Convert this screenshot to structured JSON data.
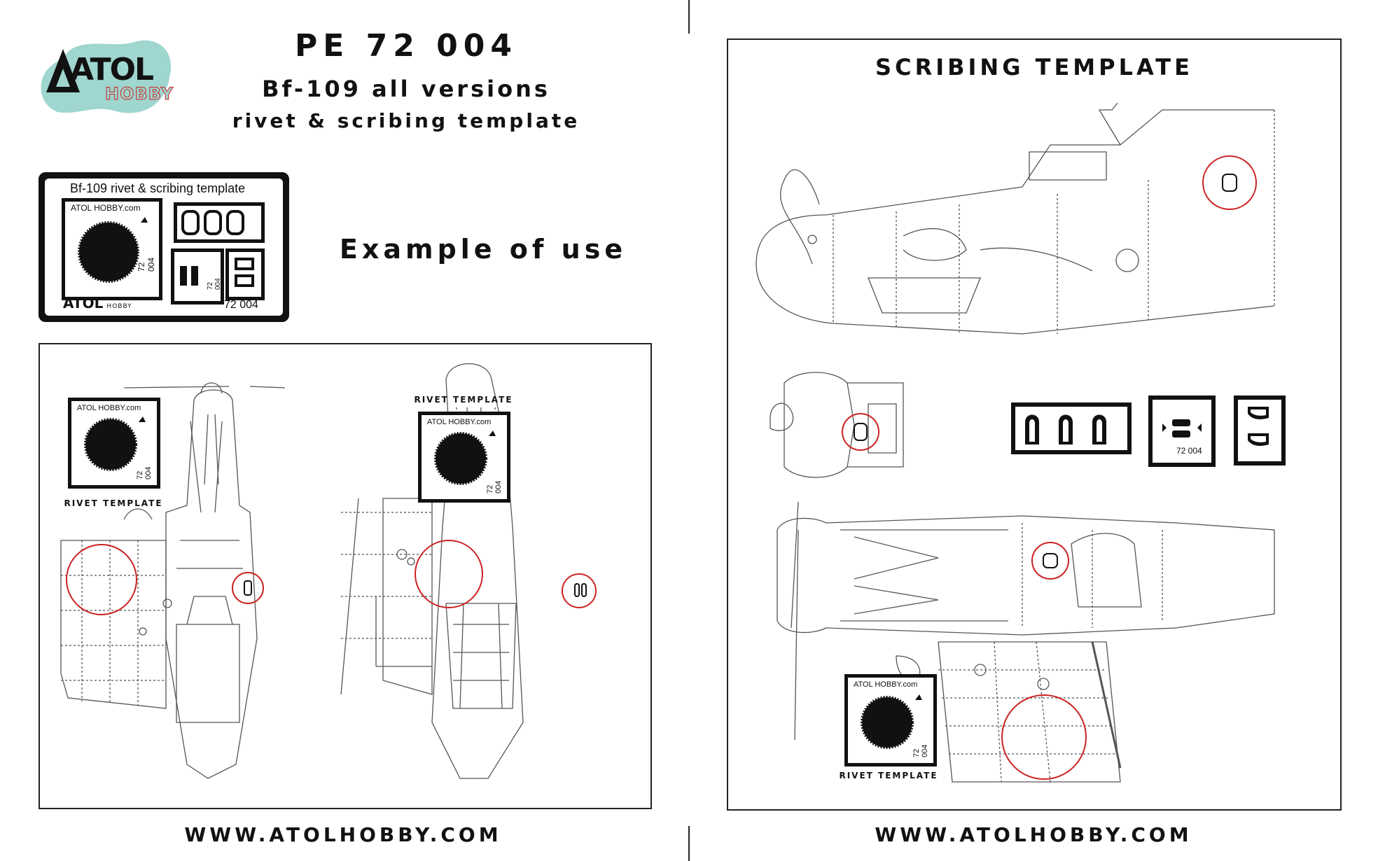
{
  "header": {
    "code": "PE 72 004",
    "subject": "Bf-109 all versions",
    "description": "rivet & scribing template"
  },
  "logo": {
    "brand": "ATOL",
    "sub": "HOBBY"
  },
  "fret": {
    "title": "Bf-109 rivet & scribing template",
    "site": "ATOL HOBBY.com",
    "code_vertical": "72 004",
    "code": "72 004",
    "logo_brand": "ATOL",
    "logo_sub": "HOBBY"
  },
  "example_heading": "Example of use",
  "scribing_heading": "SCRIBING TEMPLATE",
  "rivet_template_labels": [
    "RIVET TEMPLATE",
    "RIVET TEMPLATE",
    "RIVET TEMPLATE"
  ],
  "templates": [
    {
      "site": "ATOL HOBBY.com",
      "code": "72 004"
    },
    {
      "site": "ATOL HOBBY.com",
      "code": "72 004"
    },
    {
      "site": "ATOL HOBBY.com",
      "code": "72 004"
    }
  ],
  "scribe_code": "72 004",
  "footer": {
    "left_url": "WWW.ATOLHOBBY.COM",
    "right_url": "WWW.ATOLHOBBY.COM"
  },
  "colors": {
    "highlight": "#cc2222",
    "logo_blob": "#9fd6cf",
    "ink": "#111111",
    "line": "#555555"
  }
}
